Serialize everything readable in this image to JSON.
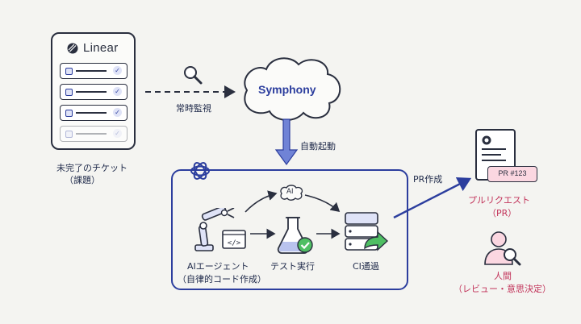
{
  "linear": {
    "title": "Linear",
    "caption_line1": "未完了のチケット",
    "caption_line2": "（課題）"
  },
  "symphony": {
    "title": "Symphony"
  },
  "labels": {
    "monitor": "常時監視",
    "auto_start": "自動起動",
    "pr_create": "PR作成"
  },
  "ai_badge": "AI",
  "stages": [
    {
      "line1": "AIエージェント",
      "line2": "（自律的コード作成）"
    },
    {
      "line1": "テスト実行",
      "line2": ""
    },
    {
      "line1": "CI通過",
      "line2": ""
    }
  ],
  "pr": {
    "badge": "PR #123",
    "caption_line1": "プルリクエスト",
    "caption_line2": "（PR）"
  },
  "human": {
    "caption_line1": "人間",
    "caption_line2": "（レビュー・意思決定）"
  },
  "colors": {
    "accent_blue": "#2c3e9e",
    "pink": "#c2335a",
    "ink": "#2a2f3f"
  }
}
